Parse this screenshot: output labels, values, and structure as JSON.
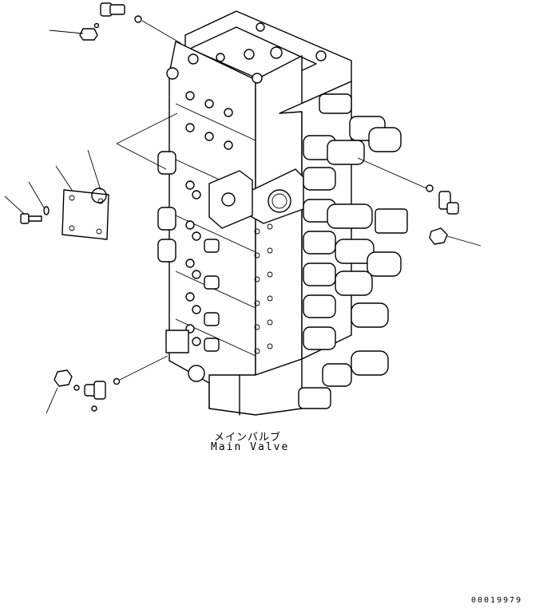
{
  "caption": {
    "japanese": "メインバルブ",
    "english": "Main Valve"
  },
  "document_id": "00019979"
}
